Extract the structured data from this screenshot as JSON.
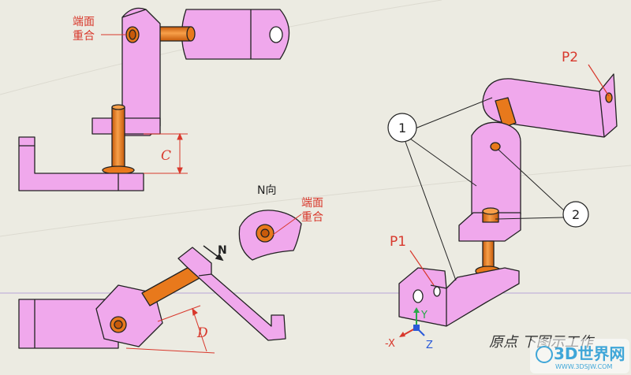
{
  "labels": {
    "end_face_line1": "端面",
    "end_face_line2": "重合",
    "view_n": "N向",
    "n_arrow": "N",
    "dim_c": "C",
    "dim_d": "D",
    "point_p1": "P1",
    "point_p2": "P2",
    "callout_1": "1",
    "callout_2": "2",
    "axis_x": "-X",
    "axis_y": "Y",
    "axis_z": "Z",
    "caption": "原点 下图示工作",
    "watermark_text": "3D世界网",
    "watermark_url": "WWW.3DSJW.COM"
  },
  "colors": {
    "background": "#ecebe2",
    "part_fill": "#f0a8ec",
    "part_outline": "#222222",
    "pin_fill": "#e8791c",
    "annotation_red": "#d8382c",
    "axis_x_color": "#d8382c",
    "axis_y_color": "#2aa84a",
    "axis_z_color": "#2a5ad8"
  }
}
